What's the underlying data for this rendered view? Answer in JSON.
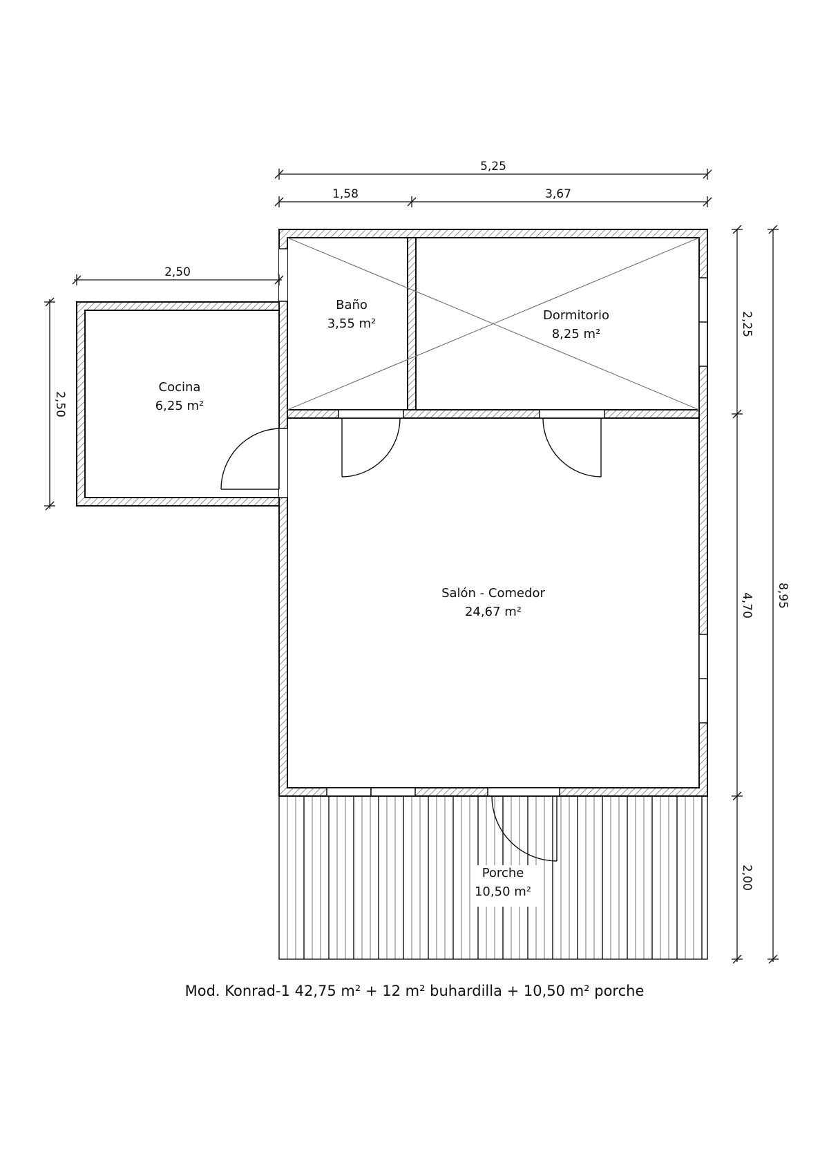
{
  "rooms": {
    "bano": {
      "name": "Baño",
      "area": "3,55 m²"
    },
    "dormitorio": {
      "name": "Dormitorio",
      "area": "8,25 m²"
    },
    "cocina": {
      "name": "Cocina",
      "area": "6,25 m²"
    },
    "salon": {
      "name": "Salón - Comedor",
      "area": "24,67 m²"
    },
    "porche": {
      "name": "Porche",
      "area": "10,50 m²"
    }
  },
  "dimensions": {
    "top_total": "5,25",
    "top_left": "1,58",
    "top_right": "3,67",
    "cocina_width": "2,50",
    "cocina_height": "2,50",
    "right_top": "2,25",
    "right_mid": "4,70",
    "right_bottom": "2,00",
    "right_total": "8,95"
  },
  "caption": "Mod. Konrad-1  42,75 m² + 12 m² buhardilla + 10,50 m² porche",
  "colors": {
    "line": "#111111",
    "hatch": "#555555",
    "cross": "#777777"
  }
}
